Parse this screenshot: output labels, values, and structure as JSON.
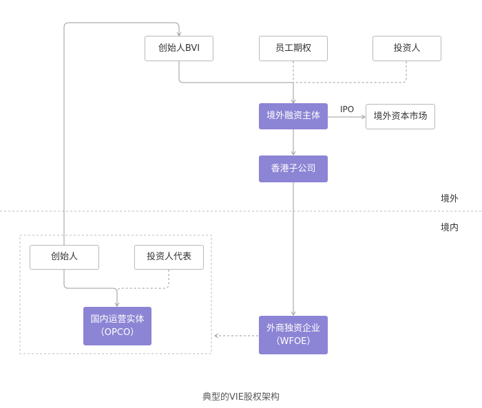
{
  "nodes": {
    "founder_bvi": "创始人BVI",
    "employee_options": "员工期权",
    "investors": "投资人",
    "offshore_financing_entity": "境外融资主体",
    "offshore_capital_market": "境外资本市场",
    "hk_subsidiary": "香港子公司",
    "founder": "创始人",
    "investor_representative": "投资人代表",
    "opco_line1": "国内运营实体",
    "opco_line2": "（OPCO）",
    "wfoe_line1": "外商独资企业",
    "wfoe_line2": "（WFOE）"
  },
  "edge_labels": {
    "ipo": "IPO"
  },
  "regions": {
    "offshore": "境外",
    "onshore": "境内"
  },
  "caption": "典型的VIE股权架构",
  "colors": {
    "filled_node": "#8c84d4",
    "line": "#9a9a9a"
  }
}
